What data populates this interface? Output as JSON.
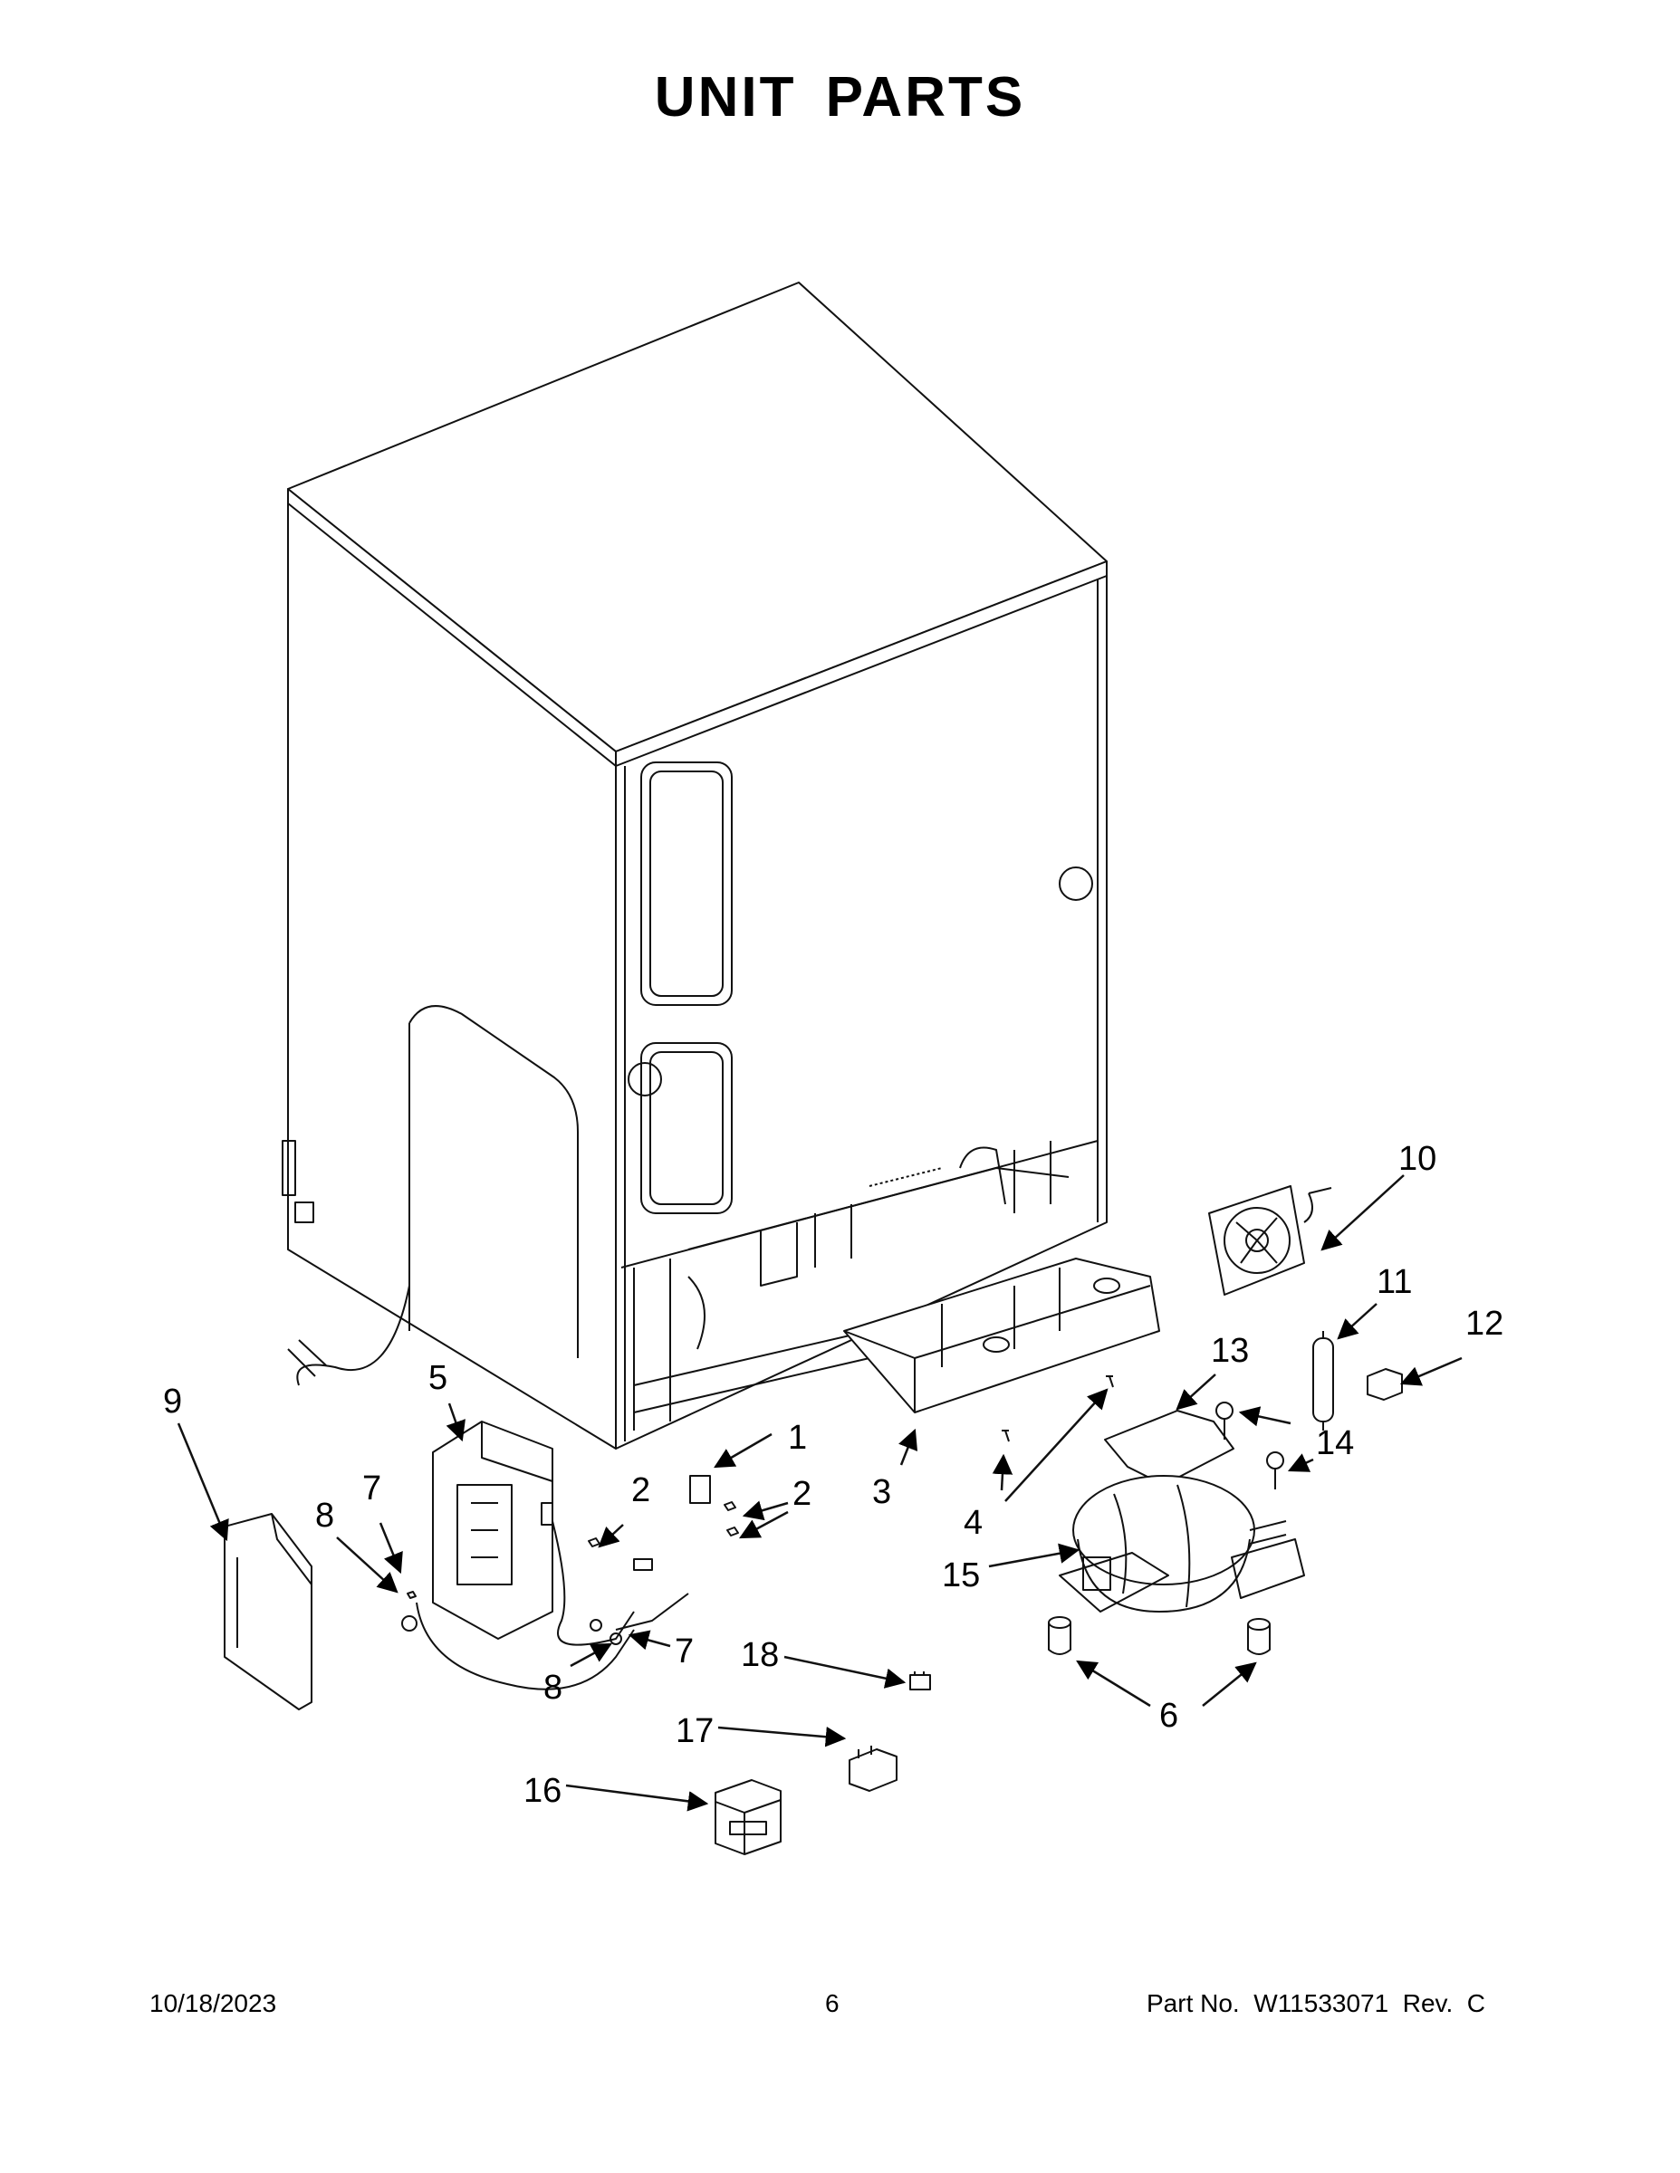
{
  "title": "UNIT  PARTS",
  "callouts": [
    "1",
    "2",
    "2",
    "3",
    "4",
    "5",
    "6",
    "7",
    "7",
    "8",
    "8",
    "9",
    "10",
    "11",
    "12",
    "13",
    "14",
    "15",
    "16",
    "17",
    "18"
  ],
  "footer": {
    "date": "10/18/2023",
    "page": "6",
    "part_number": "Part No.  W11533071  Rev.  C"
  }
}
